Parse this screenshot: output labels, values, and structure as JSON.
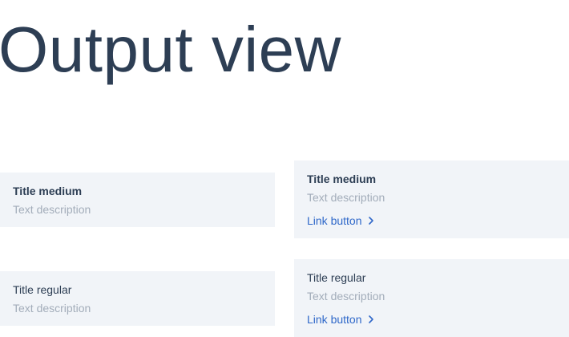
{
  "page": {
    "title": "Output view"
  },
  "cards": {
    "left_medium": {
      "title": "Title medium",
      "description": "Text description"
    },
    "left_regular": {
      "title": "Title regular",
      "description": "Text description"
    },
    "right_medium": {
      "title": "Title medium",
      "description": "Text description",
      "link_label": "Link button"
    },
    "right_regular": {
      "title": "Title regular",
      "description": "Text description",
      "link_label": "Link button"
    }
  },
  "icons": {
    "link_chevron": "chevron-right-icon"
  },
  "colors": {
    "title_text": "#2d3e54",
    "description_text": "#a3adba",
    "link_text": "#2f68c9",
    "card_background": "#f1f4f8"
  }
}
